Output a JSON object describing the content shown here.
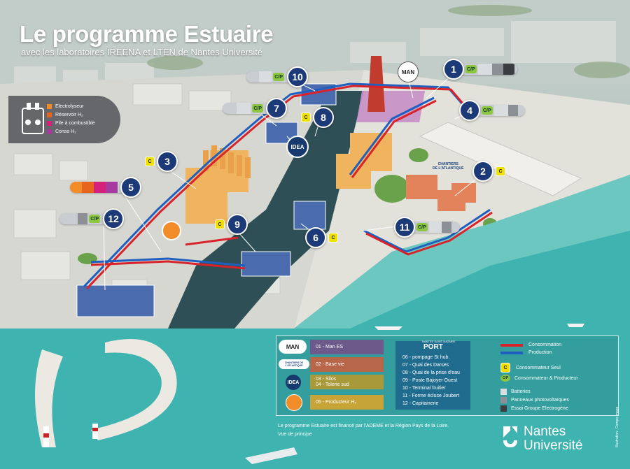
{
  "header": {
    "title": "Le programme Estuaire",
    "subtitle": "avec les laboratoires IREENA et LTEN de Nantes Université"
  },
  "legend_left": {
    "items": [
      {
        "label": "Electrolyseur",
        "color": "#f28c28"
      },
      {
        "label": "Réservoir H₂",
        "color": "#e8641c"
      },
      {
        "label": "Pile à combustible",
        "color": "#d6207a"
      },
      {
        "label": "Conso H₂",
        "color": "#a63aa0"
      }
    ]
  },
  "markers": [
    {
      "num": "1",
      "badge": "C/P"
    },
    {
      "num": "2",
      "badge": "C"
    },
    {
      "num": "3",
      "badge": "C"
    },
    {
      "num": "4",
      "badge": "C/P"
    },
    {
      "num": "5",
      "badge": ""
    },
    {
      "num": "6",
      "badge": "C"
    },
    {
      "num": "7",
      "badge": "C/P"
    },
    {
      "num": "8",
      "badge": "C"
    },
    {
      "num": "9",
      "badge": "C"
    },
    {
      "num": "10",
      "badge": "C/P"
    },
    {
      "num": "11",
      "badge": "C/P"
    },
    {
      "num": "12",
      "badge": "C/P"
    }
  ],
  "map_labels": {
    "idea": "IDEA",
    "man": "MAN",
    "chantiers_line1": "CHANTIERS",
    "chantiers_line2": "DE L'ATLANTIQUE"
  },
  "legend_bottom": {
    "sites": [
      {
        "logo": "MAN",
        "label": "01 - Man ES",
        "color": "#6d5a8a"
      },
      {
        "logo": "CHANTIERS DE L'ATLANTIQUE",
        "label": "02 - Base  vie",
        "color": "#b8664a"
      },
      {
        "logo": "IDEA",
        "label": "03 - Silos\n04 - Tolerie sud",
        "color": "#a89a3a"
      },
      {
        "logo": "",
        "label": "05 - Producteur H₂",
        "color": "#c7a437"
      }
    ],
    "port": {
      "logo": "PORT",
      "logo_small": "NANTES SAINT-NAZAIRE",
      "items": [
        "06 - pompage St hub.",
        "07 - Quai des Darses",
        "08 - Quai de la prise d'eau",
        "09 - Poste Bajoyer Ouest",
        "10 - Terminal fruitier",
        "11 - Forme écluse Joubert",
        "12 - Capitainerie"
      ]
    },
    "lines": [
      {
        "label": "Consommation",
        "color": "#d8232a"
      },
      {
        "label": "Production",
        "color": "#1f5fbf"
      }
    ],
    "badges": [
      {
        "badge": "C",
        "label": "Consommateur Seul"
      },
      {
        "badge": "C/P",
        "label": "Consommateur & Producteur"
      }
    ],
    "storage": [
      {
        "label": "Batteries",
        "color": "#d9dde0"
      },
      {
        "label": "Panneaux photovoltaïques",
        "color": "#8c9096"
      },
      {
        "label": "Essai Groupe Electrogène",
        "color": "#3a3d42"
      }
    ]
  },
  "footer": {
    "funding": "Le programme Estuaire est financé par l'ADEME et la Région Pays de la Loire.",
    "note": "Vue de principe",
    "brand_line1": "Nantes",
    "brand_line2": "Université",
    "credit": "Illustration : Compo-image"
  }
}
